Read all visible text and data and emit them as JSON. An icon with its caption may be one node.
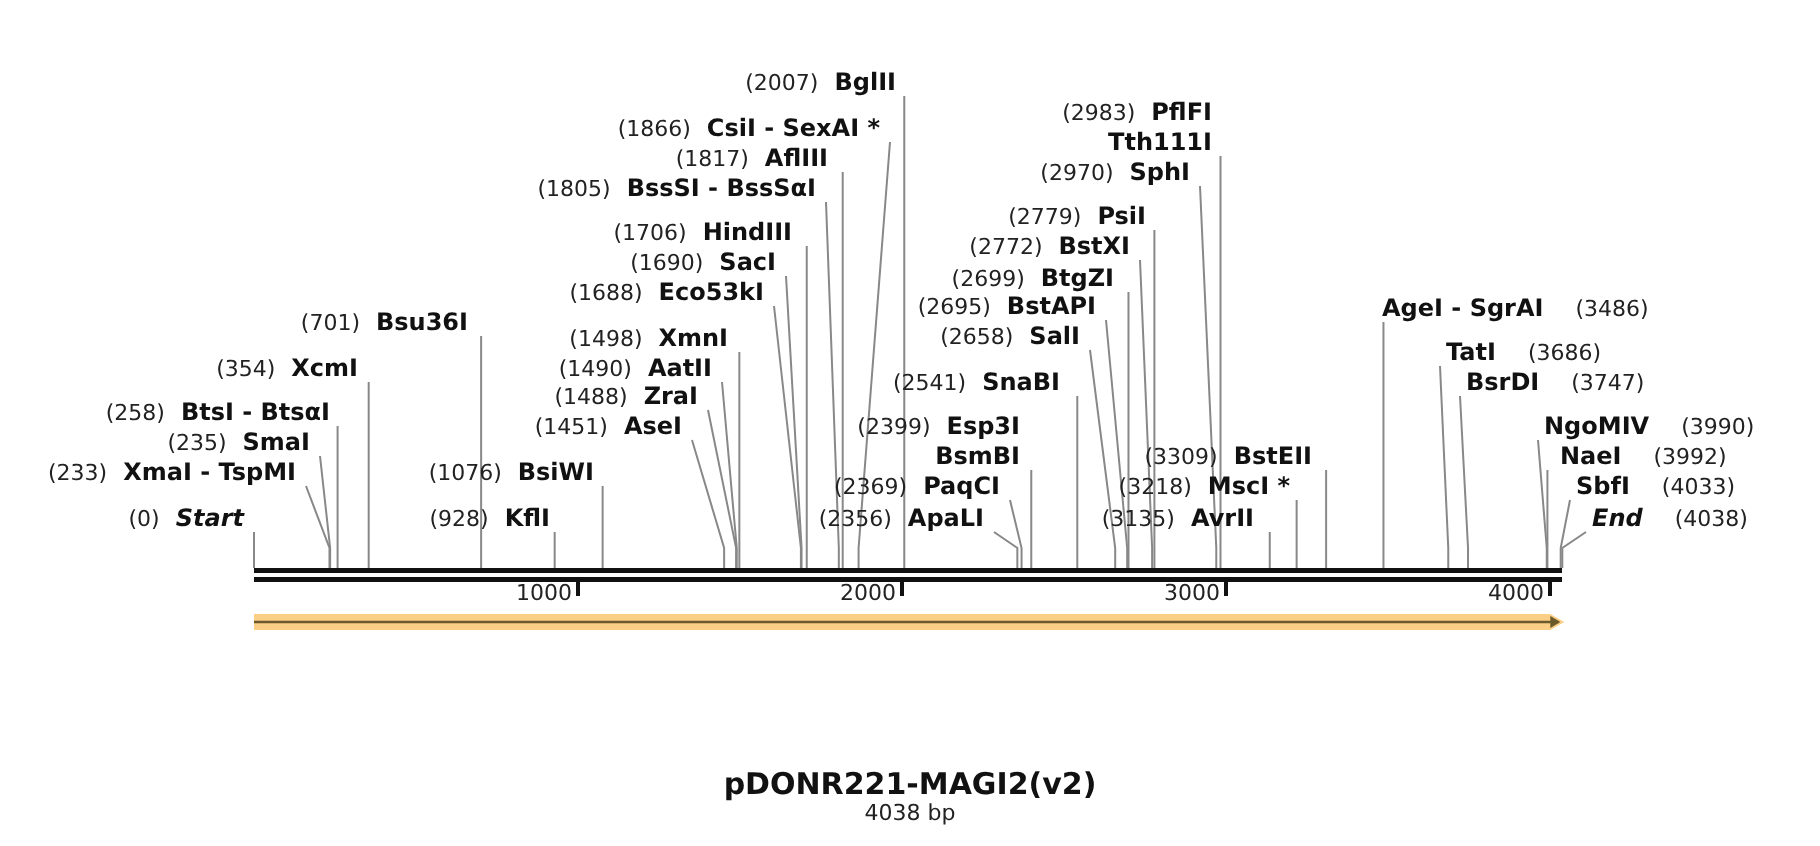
{
  "diagram": {
    "title": "pDONR221-MAGI2(v2)",
    "caption": "4038 bp",
    "nodes": [
      {
        "text": [
          "(2007)",
          "BglII"
        ]
      },
      {
        "text": [
          "(1866)",
          "CsiI - SexAI *"
        ]
      },
      {
        "text": [
          "(1817)",
          "AflIII"
        ]
      },
      {
        "text": [
          "(1805)",
          "BssSI - BssSαI"
        ]
      },
      {
        "text": [
          "(1706)",
          "HindIII"
        ]
      },
      {
        "text": [
          "(1690)",
          "SacI"
        ]
      },
      {
        "text": [
          "(1688)",
          "Eco53kI"
        ]
      },
      {
        "text": [
          "(701)",
          "Bsu36I"
        ]
      },
      {
        "text": [
          "(1498)",
          "XmnI"
        ]
      },
      {
        "text": [
          "(354)",
          "XcmI"
        ]
      },
      {
        "text": [
          "(1490)",
          "AatII"
        ]
      },
      {
        "text": [
          "(1488)",
          "ZraI"
        ]
      },
      {
        "text": [
          "(258)",
          "BtsI - BtsαI"
        ]
      },
      {
        "text": [
          "(1451)",
          "AseI"
        ]
      },
      {
        "text": [
          "(235)",
          "SmaI"
        ]
      },
      {
        "text": [
          "(233)",
          "XmaI - TspMI"
        ]
      },
      {
        "text": [
          "(1076)",
          "BsiWI"
        ]
      },
      {
        "text": [
          "(0)",
          "Start"
        ]
      },
      {
        "text": [
          "(928)",
          "KflI"
        ]
      },
      {
        "text": [
          "(2983)",
          "PflFI",
          "Tth111I"
        ]
      },
      {
        "text": [
          "(2970)",
          "SphI"
        ]
      },
      {
        "text": [
          "(2779)",
          "PsiI"
        ]
      },
      {
        "text": [
          "(2772)",
          "BstXI"
        ]
      },
      {
        "text": [
          "(2699)",
          "BtgZI"
        ]
      },
      {
        "text": [
          "(2695)",
          "BstAPI"
        ]
      },
      {
        "text": [
          "(2658)",
          "SalI"
        ]
      },
      {
        "text": [
          "(2541)",
          "SnaBI"
        ]
      },
      {
        "text": [
          "(2399)",
          "Esp3I",
          "BsmBI"
        ]
      },
      {
        "text": [
          "(2369)",
          "PaqCI"
        ]
      },
      {
        "text": [
          "(2356)",
          "ApaLI"
        ]
      },
      {
        "text": [
          "(3309)",
          "BstEII"
        ]
      },
      {
        "text": [
          "(3218)",
          "MscI *"
        ]
      },
      {
        "text": [
          "(3135)",
          "AvrII"
        ]
      },
      {
        "text": [
          "AgeI - SgrAI",
          "(3486)"
        ]
      },
      {
        "text": [
          "TatI",
          "(3686)"
        ]
      },
      {
        "text": [
          "BsrDI",
          "(3747)"
        ]
      },
      {
        "text": [
          "NgoMIV",
          "(3990)"
        ]
      },
      {
        "text": [
          "NaeI",
          "(3992)"
        ]
      },
      {
        "text": [
          "SbfI",
          "(4033)"
        ]
      },
      {
        "text": [
          "End",
          "(4038)"
        ]
      },
      {
        "text": [],
        "shape": "bar"
      }
    ],
    "edges": [
      {
        "from": 0,
        "to": 40,
        "arrow": "none"
      },
      {
        "from": 1,
        "to": 40,
        "arrow": "none"
      },
      {
        "from": 2,
        "to": 40,
        "arrow": "none"
      },
      {
        "from": 3,
        "to": 40,
        "arrow": "none"
      },
      {
        "from": 4,
        "to": 40,
        "arrow": "none"
      },
      {
        "from": 5,
        "to": 40,
        "arrow": "none"
      },
      {
        "from": 6,
        "to": 40,
        "arrow": "none"
      },
      {
        "from": 7,
        "to": 40,
        "arrow": "none"
      },
      {
        "from": 8,
        "to": 40,
        "arrow": "none"
      },
      {
        "from": 9,
        "to": 40,
        "arrow": "none"
      },
      {
        "from": 10,
        "to": 40,
        "arrow": "none"
      },
      {
        "from": 11,
        "to": 40,
        "arrow": "none"
      },
      {
        "from": 12,
        "to": 40,
        "arrow": "none"
      },
      {
        "from": 13,
        "to": 40,
        "arrow": "none"
      },
      {
        "from": 14,
        "to": 40,
        "arrow": "none"
      },
      {
        "from": 15,
        "to": 40,
        "arrow": "none"
      },
      {
        "from": 16,
        "to": 40,
        "arrow": "none"
      },
      {
        "from": 17,
        "to": 40,
        "arrow": "none"
      },
      {
        "from": 18,
        "to": 40,
        "arrow": "none"
      },
      {
        "from": 19,
        "to": 40,
        "arrow": "none"
      },
      {
        "from": 20,
        "to": 40,
        "arrow": "none"
      },
      {
        "from": 21,
        "to": 40,
        "arrow": "none"
      },
      {
        "from": 22,
        "to": 40,
        "arrow": "none"
      },
      {
        "from": 23,
        "to": 40,
        "arrow": "none"
      },
      {
        "from": 24,
        "to": 40,
        "arrow": "none"
      },
      {
        "from": 25,
        "to": 40,
        "arrow": "none"
      },
      {
        "from": 26,
        "to": 40,
        "arrow": "none"
      },
      {
        "from": 27,
        "to": 40,
        "arrow": "none"
      },
      {
        "from": 28,
        "to": 40,
        "arrow": "none"
      },
      {
        "from": 29,
        "to": 40,
        "arrow": "none"
      },
      {
        "from": 30,
        "to": 40,
        "arrow": "none"
      },
      {
        "from": 31,
        "to": 40,
        "arrow": "none"
      },
      {
        "from": 32,
        "to": 40,
        "arrow": "none"
      },
      {
        "from": 33,
        "to": 40,
        "arrow": "none"
      },
      {
        "from": 34,
        "to": 40,
        "arrow": "none"
      },
      {
        "from": 35,
        "to": 40,
        "arrow": "none"
      },
      {
        "from": 36,
        "to": 40,
        "arrow": "none"
      },
      {
        "from": 37,
        "to": 40,
        "arrow": "none"
      },
      {
        "from": 38,
        "to": 40,
        "arrow": "none"
      },
      {
        "from": 39,
        "to": 40,
        "arrow": "none"
      }
    ],
    "labels": [
      "1000",
      "2000",
      "3000",
      "4000"
    ]
  }
}
